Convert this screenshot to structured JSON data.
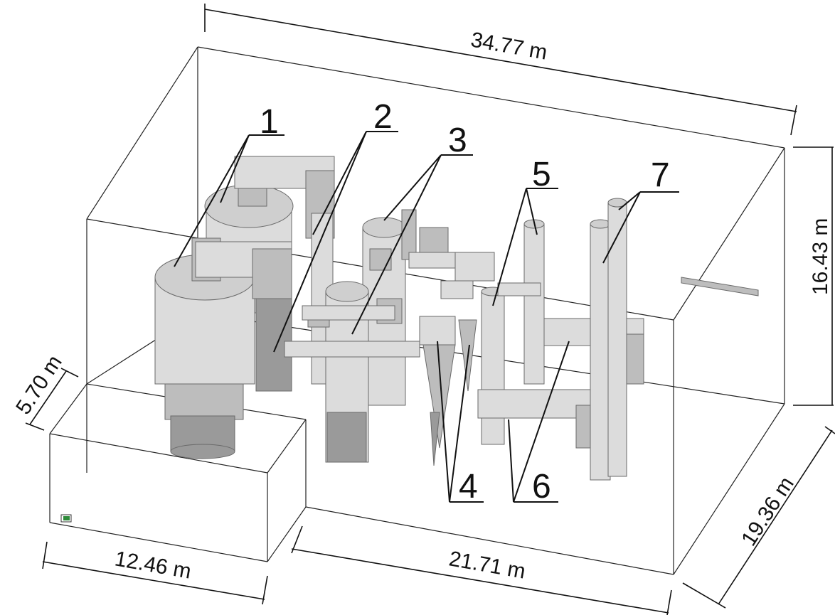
{
  "dimensions": {
    "hall_length": "34.77 m",
    "hall_height": "16.43 m",
    "hall_depth": "19.36 m",
    "annex_height": "5.70 m",
    "annex_length": "12.46 m",
    "hall_front_length": "21.71 m"
  },
  "callouts": [
    "1",
    "2",
    "3",
    "4",
    "5",
    "6",
    "7"
  ],
  "colors": {
    "equipment_light": "#dcdcdc",
    "equipment_mid": "#bdbdbd",
    "equipment_dark": "#9a9a9a",
    "marker_green": "#2e8b3a",
    "line": "#111111"
  }
}
